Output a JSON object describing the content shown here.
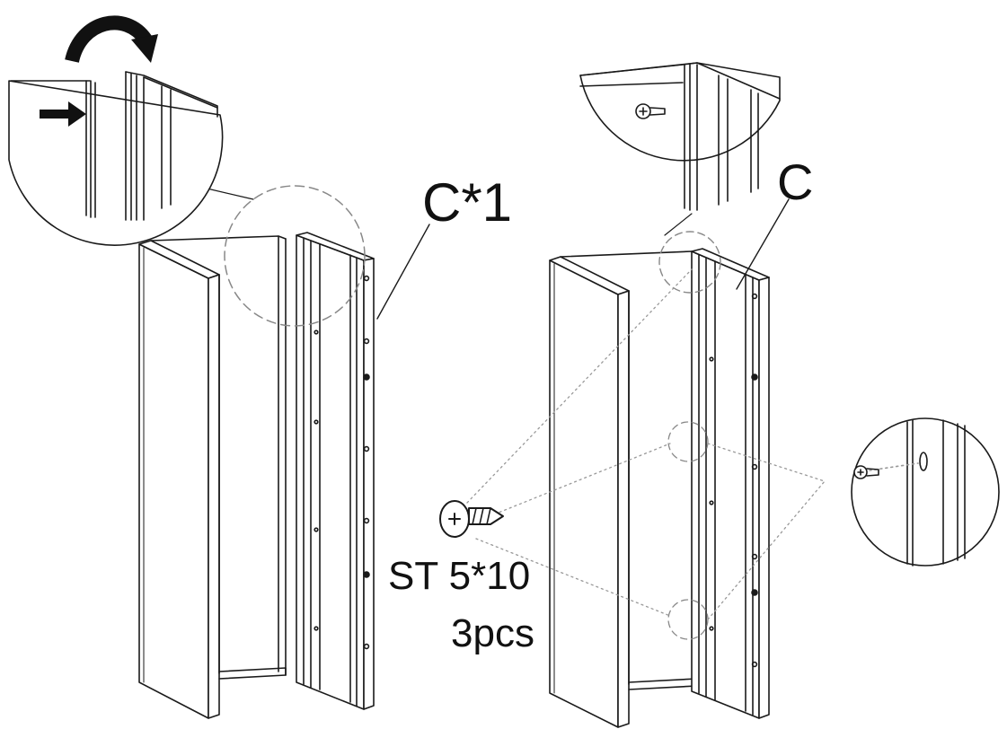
{
  "step_left": {
    "part_label": "C*1"
  },
  "step_right": {
    "part_label": "C",
    "screw_spec": "ST 5*10",
    "screw_qty": "3pcs"
  },
  "colors": {
    "line": "#1a1a1a",
    "dashed": "#888888",
    "dotted": "#999999",
    "background": "#ffffff",
    "arrow": "#111111"
  },
  "icons": [
    "rotate-arrow-icon",
    "push-arrow-icon",
    "screw-icon"
  ]
}
